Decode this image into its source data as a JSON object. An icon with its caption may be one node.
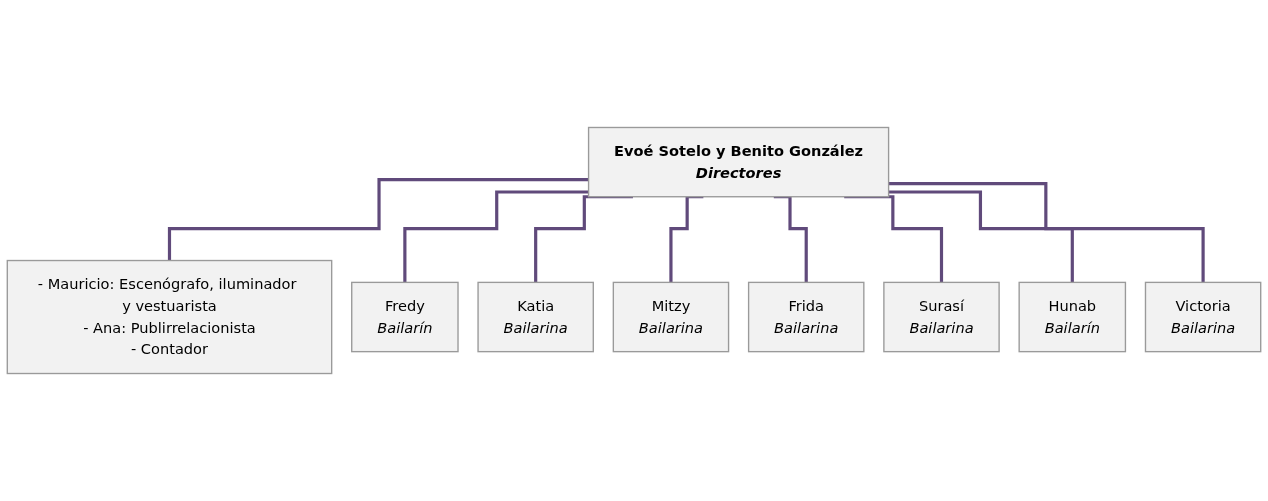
{
  "diagram": {
    "nodes": [
      {
        "text": [
          "Evoé Sotelo y Benito González",
          "Directores"
        ]
      },
      {
        "text": [
          "- Mauricio: Escenógrafo, iluminador y vestuarista",
          "- Ana: Publirrelacionista",
          "- Contador"
        ]
      },
      {
        "text": [
          "Fredy",
          "Bailarín"
        ]
      },
      {
        "text": [
          "Katia",
          "Bailarina"
        ]
      },
      {
        "text": [
          "Mitzy",
          "Bailarina"
        ]
      },
      {
        "text": [
          "Frida",
          "Bailarina"
        ]
      },
      {
        "text": [
          "Surasí",
          "Bailarina"
        ]
      },
      {
        "text": [
          "Hunab",
          "Bailarín"
        ]
      },
      {
        "text": [
          "Victoria",
          "Bailarina"
        ]
      }
    ],
    "edges": [
      {
        "from": 0,
        "to": 1,
        "arrow": "none"
      },
      {
        "from": 0,
        "to": 2,
        "arrow": "none"
      },
      {
        "from": 0,
        "to": 3,
        "arrow": "none"
      },
      {
        "from": 0,
        "to": 4,
        "arrow": "none"
      },
      {
        "from": 0,
        "to": 5,
        "arrow": "none"
      },
      {
        "from": 0,
        "to": 6,
        "arrow": "none"
      },
      {
        "from": 0,
        "to": 7,
        "arrow": "none"
      },
      {
        "from": 0,
        "to": 8,
        "arrow": "none"
      }
    ]
  }
}
